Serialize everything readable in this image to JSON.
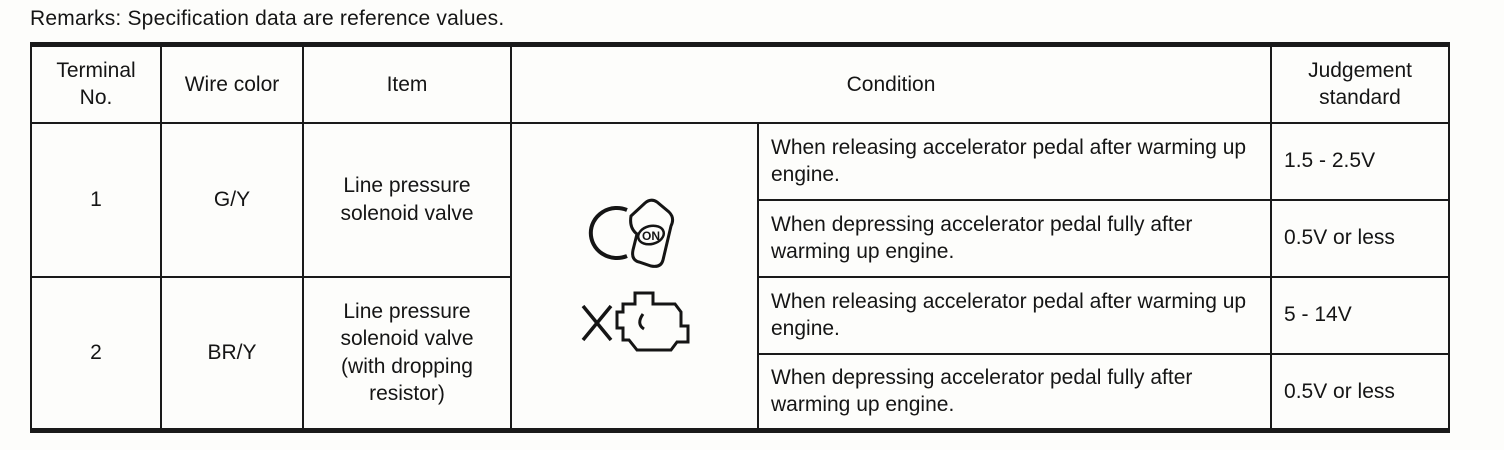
{
  "remarks": "Remarks: Specification data are reference values.",
  "table": {
    "headers": {
      "terminal": "Terminal\nNo.",
      "wire_color": "Wire color",
      "item": "Item",
      "condition": "Condition",
      "judgement": "Judgement\nstandard"
    },
    "icons": {
      "key_on": "ON"
    },
    "rows": [
      {
        "terminal": "1",
        "wire_color": "G/Y",
        "item": "Line pressure solenoid valve",
        "conditions": [
          {
            "text": "When releasing accelerator pedal after warming up engine.",
            "judgement": "1.5 - 2.5V"
          },
          {
            "text": "When depressing accelerator pedal fully after warming up engine.",
            "judgement": "0.5V or less"
          }
        ]
      },
      {
        "terminal": "2",
        "wire_color": "BR/Y",
        "item": "Line pressure solenoid valve (with dropping resistor)",
        "conditions": [
          {
            "text": "When releasing accelerator pedal after warming up engine.",
            "judgement": "5 - 14V"
          },
          {
            "text": "When depressing accelerator pedal fully after warming up engine.",
            "judgement": "0.5V or less"
          }
        ]
      }
    ]
  }
}
